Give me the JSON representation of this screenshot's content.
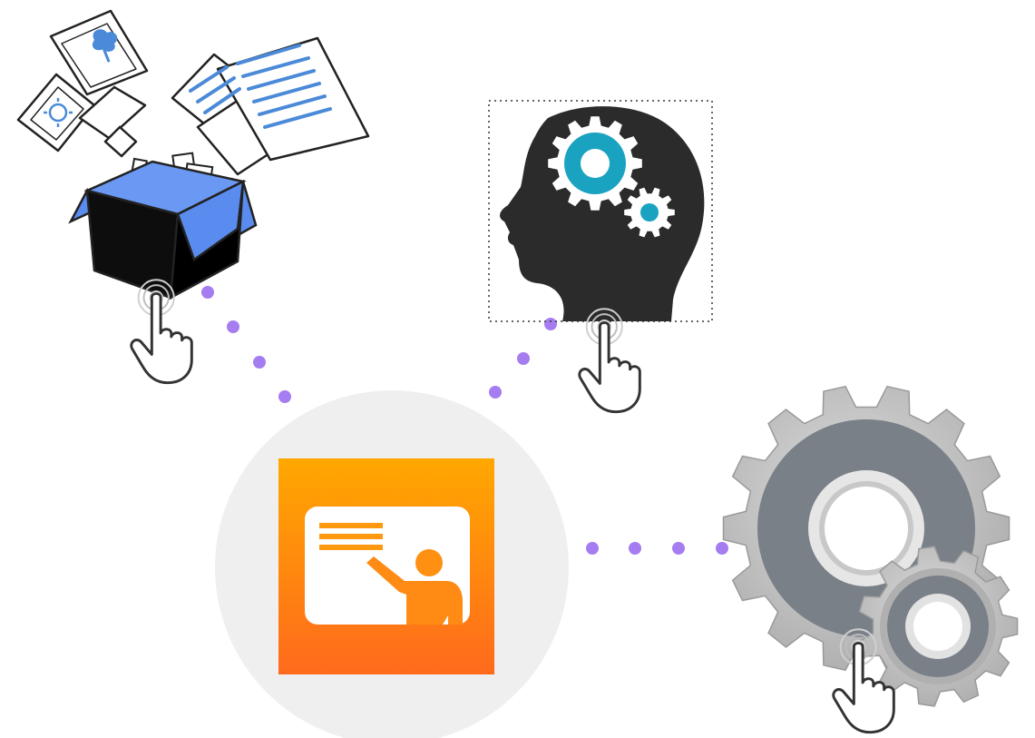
{
  "diagram": {
    "background_color": "#ffffff",
    "dot_color": "#a57df0",
    "center_circle_color": "#efefef",
    "center_icon": {
      "name": "classroom-presentation-icon",
      "gradient_top": "#ffa800",
      "gradient_bottom": "#ff6a1c",
      "board_color": "#ffffff"
    },
    "nodes": [
      {
        "id": "documents-box",
        "icon_name": "documents-box-icon",
        "colors": [
          "#000000",
          "#5a8cf0",
          "#ffffff",
          "#4a8ad8"
        ]
      },
      {
        "id": "brain-gears",
        "icon_name": "head-gears-icon",
        "selected": true,
        "colors": [
          "#2b2b2b",
          "#ffffff",
          "#1aa3c1"
        ]
      },
      {
        "id": "settings-gears",
        "icon_name": "settings-gears-icon",
        "colors": [
          "#bdbdbd",
          "#7a8088",
          "#e0e0e0"
        ]
      }
    ],
    "pointer_icon": "tap-hand-icon"
  }
}
